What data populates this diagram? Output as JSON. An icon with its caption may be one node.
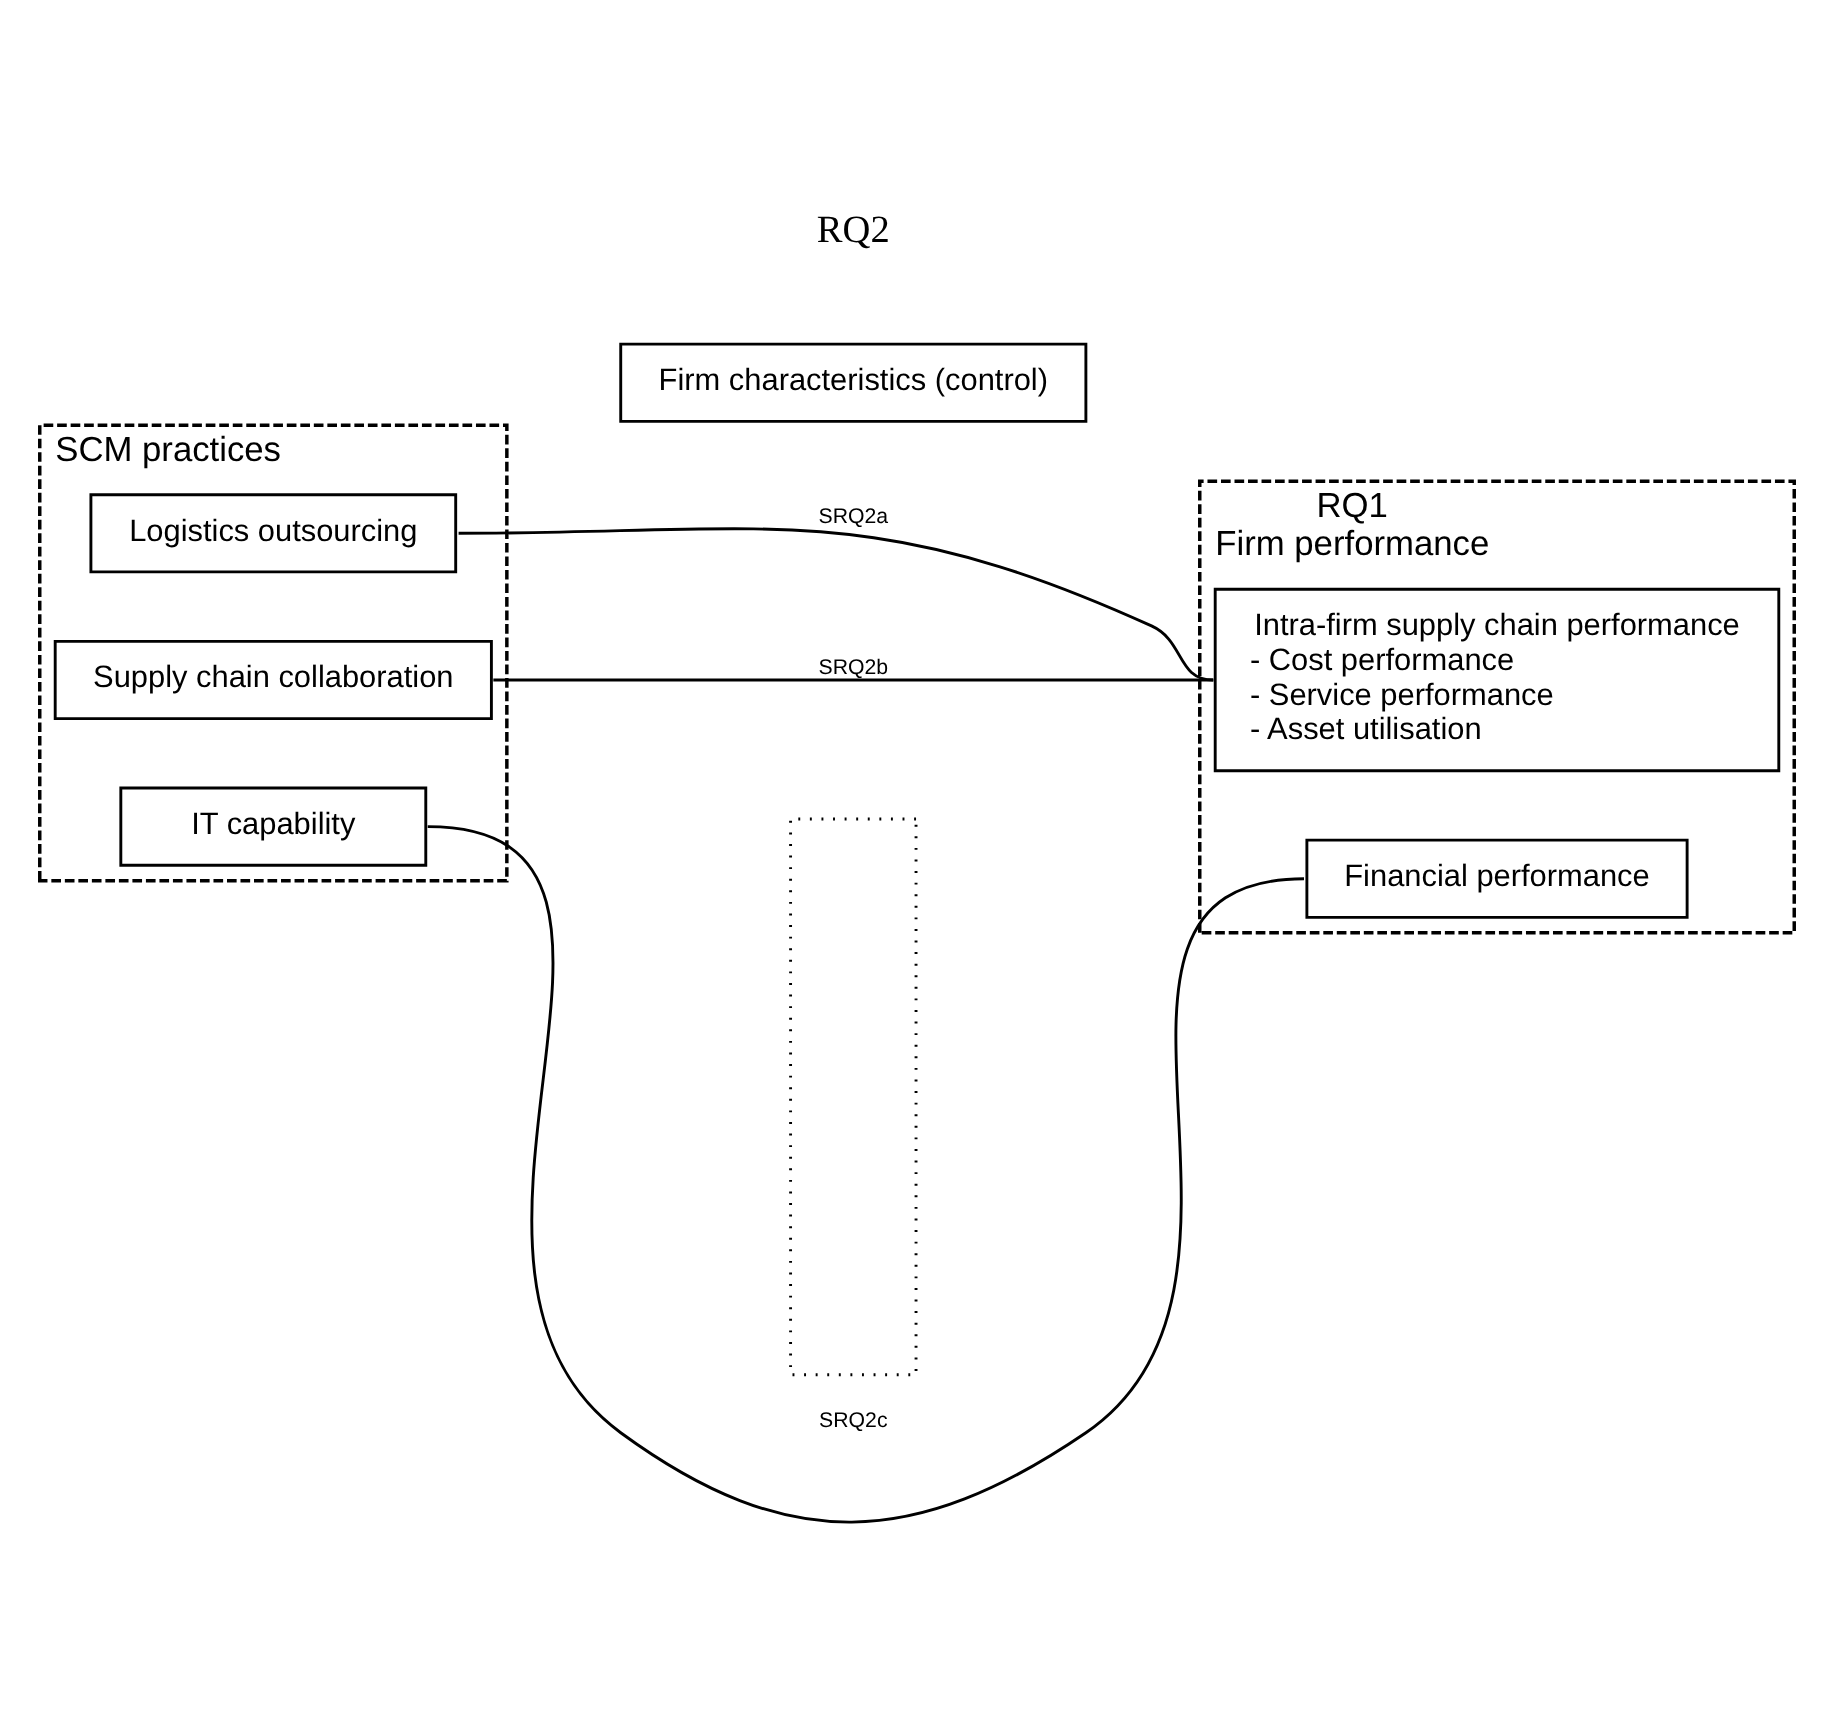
{
  "diagram": {
    "nodes": [
      {
        "text": [
          "SCM practices"
        ]
      },
      {
        "text": [
          "Logistics outsourcing"
        ],
        "in": 0
      },
      {
        "text": [
          "Supply chain collaboration"
        ],
        "in": 0
      },
      {
        "text": [
          "IT capability"
        ],
        "in": 0
      },
      {
        "text": [
          "RQ1",
          "Firm performance"
        ]
      },
      {
        "text": [
          "Intra-firm supply chain performance",
          "- Cost performance",
          "- Service performance",
          "- Asset utilisation"
        ],
        "in": 4
      },
      {
        "text": [
          "Financial performance"
        ],
        "in": 4
      },
      {
        "text": [],
        "shape": "box"
      },
      {
        "text": [
          "Firm characteristics (control)"
        ]
      }
    ],
    "edges": [
      {
        "from": 1,
        "to": 5,
        "arrow": "none",
        "label": "SRQ2a"
      },
      {
        "from": 2,
        "to": 5,
        "arrow": "none",
        "label": "SRQ2b"
      },
      {
        "from": 3,
        "to": 6,
        "arrow": "none",
        "label": "SRQ2c"
      }
    ],
    "labels": [
      "RQ2"
    ]
  }
}
